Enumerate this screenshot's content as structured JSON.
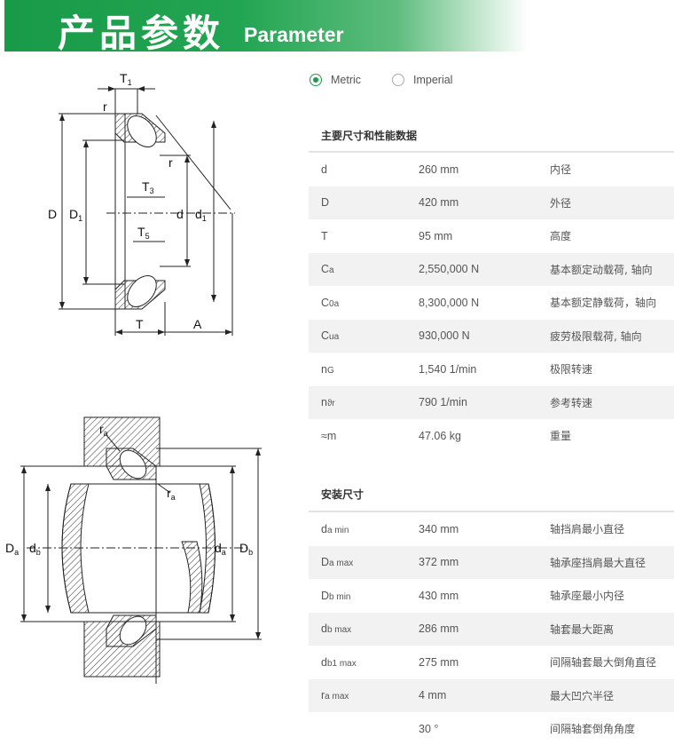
{
  "header": {
    "title_cn": "产品参数",
    "title_en": "Parameter"
  },
  "units": {
    "metric": "Metric",
    "imperial": "Imperial",
    "selected": "metric"
  },
  "sections": {
    "performance": {
      "title": "主要尺寸和性能数据",
      "rows": [
        {
          "sym": "d",
          "sub": "",
          "value": "260 mm",
          "desc": "内径"
        },
        {
          "sym": "D",
          "sub": "",
          "value": "420 mm",
          "desc": "外径"
        },
        {
          "sym": "T",
          "sub": "",
          "value": "95 mm",
          "desc": "高度"
        },
        {
          "sym": "C",
          "sub": "a",
          "value": "2,550,000 N",
          "desc": "基本额定动载荷, 轴向"
        },
        {
          "sym": "C",
          "sub": "0a",
          "value": "8,300,000 N",
          "desc": "基本额定静载荷，轴向"
        },
        {
          "sym": "C",
          "sub": "ua",
          "value": "930,000 N",
          "desc": "疲劳极限载荷, 轴向"
        },
        {
          "sym": "n",
          "sub": "G",
          "value": "1,540 1/min",
          "desc": "极限转速"
        },
        {
          "sym": "n",
          "sub": "ϑr",
          "value": "790 1/min",
          "desc": "参考转速"
        },
        {
          "sym": "≈m",
          "sub": "",
          "value": "47.06 kg",
          "desc": "重量"
        }
      ]
    },
    "mounting": {
      "title": "安装尺寸",
      "rows": [
        {
          "sym": "d",
          "sub": "a min",
          "value": "340 mm",
          "desc": "轴挡肩最小直径"
        },
        {
          "sym": "D",
          "sub": "a max",
          "value": "372 mm",
          "desc": "轴承座挡肩最大直径"
        },
        {
          "sym": "D",
          "sub": "b min",
          "value": "430 mm",
          "desc": "轴承座最小内径"
        },
        {
          "sym": "d",
          "sub": "b max",
          "value": "286 mm",
          "desc": "轴套最大距离"
        },
        {
          "sym": "d",
          "sub": "b1 max",
          "value": "275 mm",
          "desc": "间隔轴套最大倒角直径"
        },
        {
          "sym": "r",
          "sub": "a max",
          "value": "4 mm",
          "desc": "最大凹穴半径"
        },
        {
          "sym": "",
          "sub": "",
          "value": "30 °",
          "desc": "间隔轴套倒角角度"
        }
      ]
    }
  },
  "diagram_top": {
    "labels": {
      "T1": "T",
      "T1_sub": "1",
      "r": "r",
      "r2": "r",
      "D": "D",
      "D1": "D",
      "D1_sub": "1",
      "T3": "T",
      "T3_sub": "3",
      "d": "d",
      "d1": "d",
      "d1_sub": "1",
      "T5": "T",
      "T5_sub": "5",
      "T": "T",
      "A": "A"
    }
  },
  "diagram_bottom": {
    "labels": {
      "ra_top": "r",
      "ra_top_sub": "a",
      "ra_mid": "r",
      "ra_mid_sub": "a",
      "Da": "D",
      "Da_sub": "a",
      "db": "d",
      "db_sub": "b",
      "da": "d",
      "da_sub": "a",
      "Db": "D",
      "Db_sub": "b"
    }
  }
}
